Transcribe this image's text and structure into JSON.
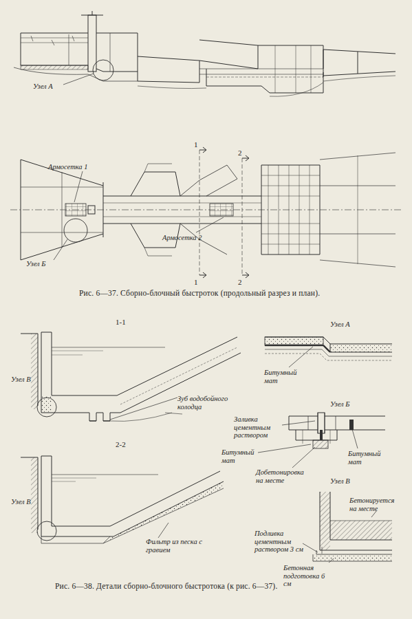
{
  "diagram": {
    "labels": [
      "Узел А",
      "Армосетка 1",
      "1",
      "2",
      "Армосетка 2",
      "Узел Б",
      "1",
      "2",
      "1-1",
      "Узел В",
      "Зуб водобойного колодца",
      "2-2",
      "Узел В",
      "Фильтр из песка с гравием",
      "Узел А",
      "Битумный мат",
      "Узел Б",
      "Заливка цементным раствором",
      "Битумный мат",
      "Добетонировка на месте",
      "Битумный мат",
      "Узел В",
      "Бетонируется на месте",
      "Подливка цементным раствором 3 см",
      "Бетонная подготовка 6 см",
      "Рис. 6—37. Сборно-блочный быстроток (продольный разрез и план).",
      "Рис. 6—38. Детали сборно-блочного быстротока (к рис. 6—37)."
    ]
  }
}
